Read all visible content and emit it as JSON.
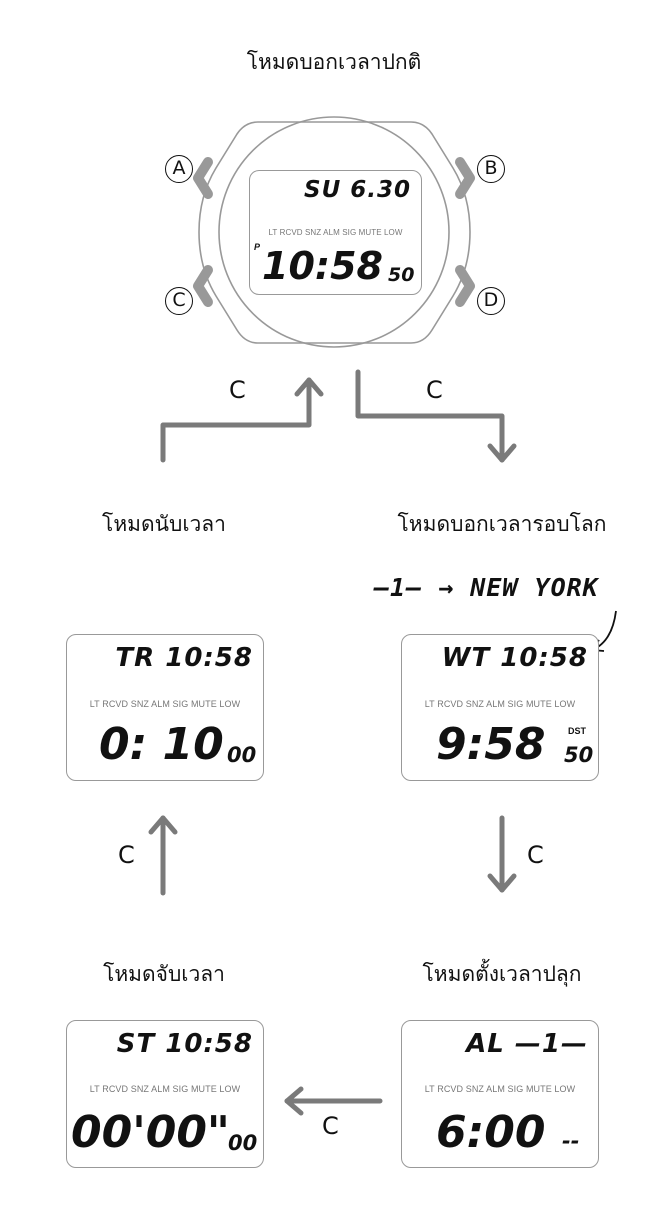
{
  "modes": {
    "timekeeping": {
      "title": "โหมดบอกเวลาปกติ",
      "top": "SU  6.30",
      "pm": "P",
      "big": "10:58",
      "seconds": "50"
    },
    "timer": {
      "title": "โหมดนับเวลา",
      "top": "TR 10:58",
      "big": "0: 10",
      "small": "00"
    },
    "world_time": {
      "title": "โหมดบอกเวลารอบโลก",
      "top": "WT  10:58",
      "big": "9:58",
      "dst": "DST",
      "small": "50"
    },
    "stopwatch": {
      "title": "โหมดจับเวลา",
      "top": "ST  10:58",
      "big": "00'00\"",
      "small": "00"
    },
    "alarm": {
      "title": "โหมดตั้งเวลาปลุก",
      "top": "AL —1—",
      "big": "6:00",
      "small": "--"
    }
  },
  "indicators": "LT  RCVD  SNZ  ALM  SIG  MUTE  LOW",
  "buttons": {
    "a": "A",
    "b": "B",
    "c": "C",
    "d": "D"
  },
  "city_annotation": "—1— → NEW  YORK",
  "arrow_label": "C",
  "colors": {
    "arrow": "#7a7a7a",
    "outline": "#999999",
    "button": "#999999"
  }
}
